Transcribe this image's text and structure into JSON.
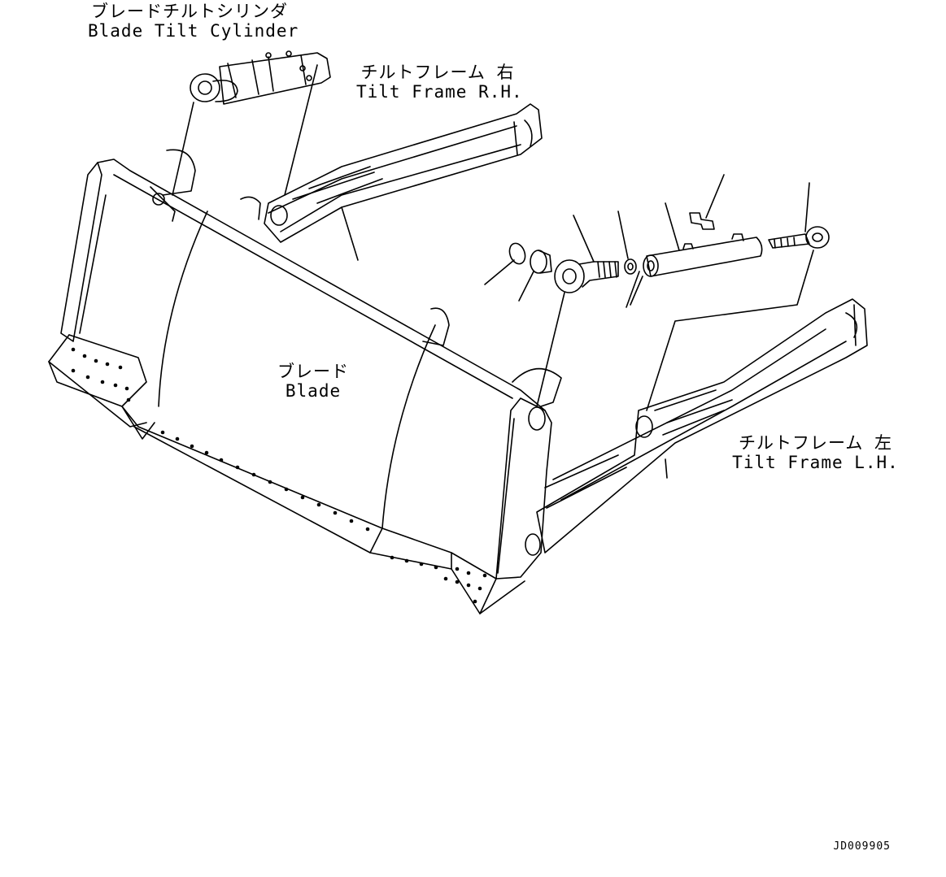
{
  "labels": {
    "blade_tilt_cylinder": {
      "jp": "ブレードチルトシリンダ",
      "en": "Blade Tilt Cylinder"
    },
    "tilt_frame_rh": {
      "jp": "チルトフレーム 右",
      "en": "Tilt Frame R.H."
    },
    "blade": {
      "jp": "ブレード",
      "en": "Blade"
    },
    "tilt_frame_lh": {
      "jp": "チルトフレーム 左",
      "en": "Tilt Frame L.H."
    }
  },
  "drawing_code": "JD009905"
}
